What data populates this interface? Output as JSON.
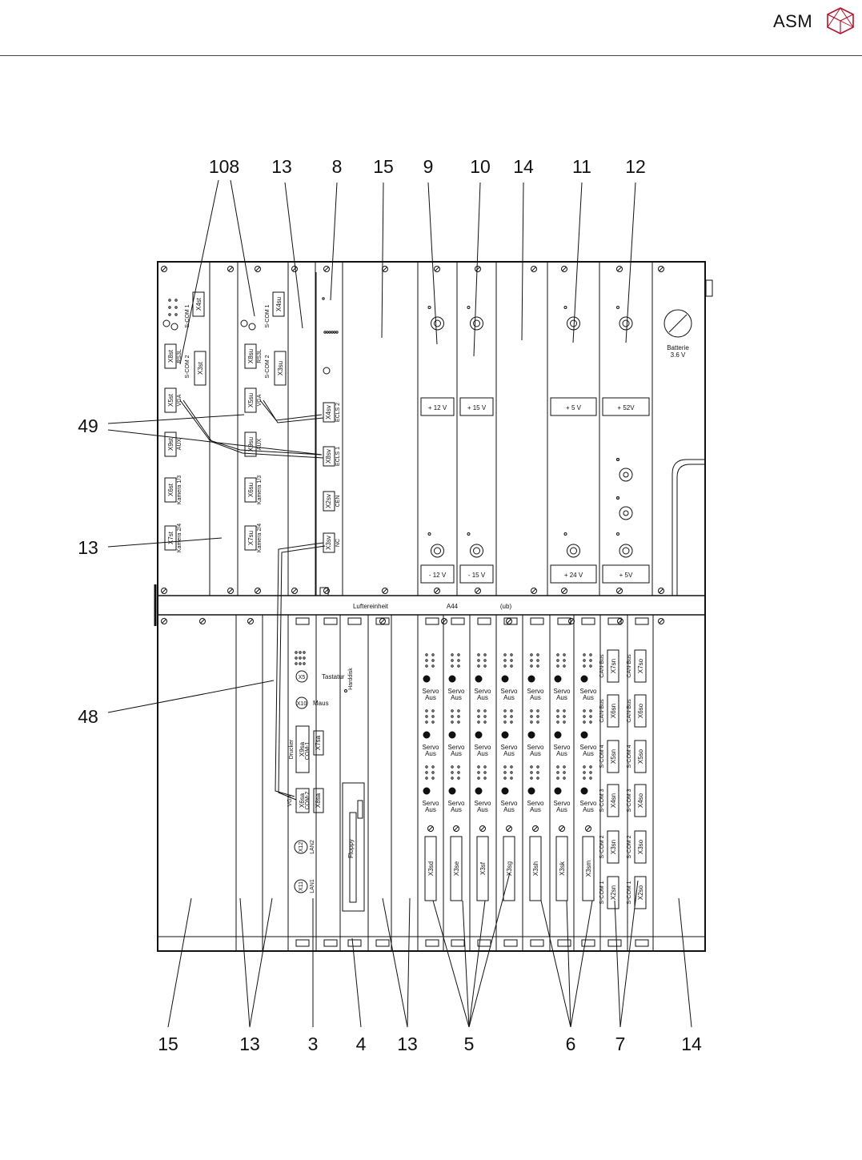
{
  "header": {
    "brand": "ASM"
  },
  "callouts": {
    "top": [
      "108",
      "13",
      "8",
      "15",
      "9",
      "10",
      "14",
      "11",
      "12"
    ],
    "left": [
      "49",
      "13",
      "48"
    ],
    "bottom": [
      "15",
      "13",
      "3",
      "4",
      "13",
      "5",
      "6",
      "7",
      "14"
    ]
  },
  "fan_bar": {
    "name": "Luftereinheit",
    "code": "A44",
    "suffix": "(ub)"
  },
  "upper": {
    "psu_top": [
      "+ 12 V",
      "+ 15 V",
      "+ 5 V",
      "+ 52V"
    ],
    "psu_bottom": [
      "- 12 V",
      "- 15 V",
      "+ 24 V",
      "+ 5V"
    ],
    "battery": [
      "Batterie",
      "3.6 V"
    ],
    "cam_card_a": {
      "conn": [
        "X4st",
        "X8st",
        "X3st",
        "X5st",
        "X9st",
        "X6st",
        "X7st"
      ],
      "labels": [
        "S-COM 1",
        "S-COM 2",
        "RS3L",
        "VGA",
        "AUX",
        "Kamera 1/3",
        "Kamera 2/4"
      ]
    },
    "cam_card_b": {
      "conn": [
        "X4su",
        "X8su",
        "X3su",
        "X5su",
        "X9su",
        "X6su",
        "X7su"
      ],
      "labels": [
        "S-COM 1",
        "S-COM 2",
        "RS3L",
        "VGA",
        "AUX",
        "Kamera 1/3",
        "Kamera 2/4"
      ]
    },
    "ecl_card": {
      "conn": [
        "X4sv",
        "X8sv",
        "X2sv",
        "X3sv"
      ],
      "labels": [
        "ECLS 2",
        "ECLS 1",
        "CEN",
        "NC"
      ]
    }
  },
  "lower": {
    "pc_card": {
      "items": [
        "X5",
        "Tastatur",
        "X10",
        "Maus",
        "Drucker",
        "X9sa",
        "COM-1",
        "X7sa",
        "VGA",
        "X6sa",
        "COM-2",
        "X8sa",
        "X12",
        "LAN2",
        "X11",
        "LAN1"
      ]
    },
    "disk": [
      "Harddisk",
      "Floppy"
    ],
    "servo_label": [
      "Servo",
      "Aus"
    ],
    "servo_conn": [
      "X3sd",
      "X3se",
      "X3sf",
      "X3sg",
      "X3sh",
      "X3sk",
      "X3sm"
    ],
    "com_a": [
      "X7sn",
      "X6sn",
      "X5sn",
      "X4sn",
      "X3sn",
      "X2sn"
    ],
    "com_b": [
      "X7so",
      "X6so",
      "X5so",
      "X4so",
      "X3so",
      "X2so"
    ],
    "com_labels": [
      "CAN-Bus",
      "CAN-Bus",
      "S-COM 4",
      "S-COM 3",
      "S-COM 2",
      "S-COM 1"
    ]
  }
}
